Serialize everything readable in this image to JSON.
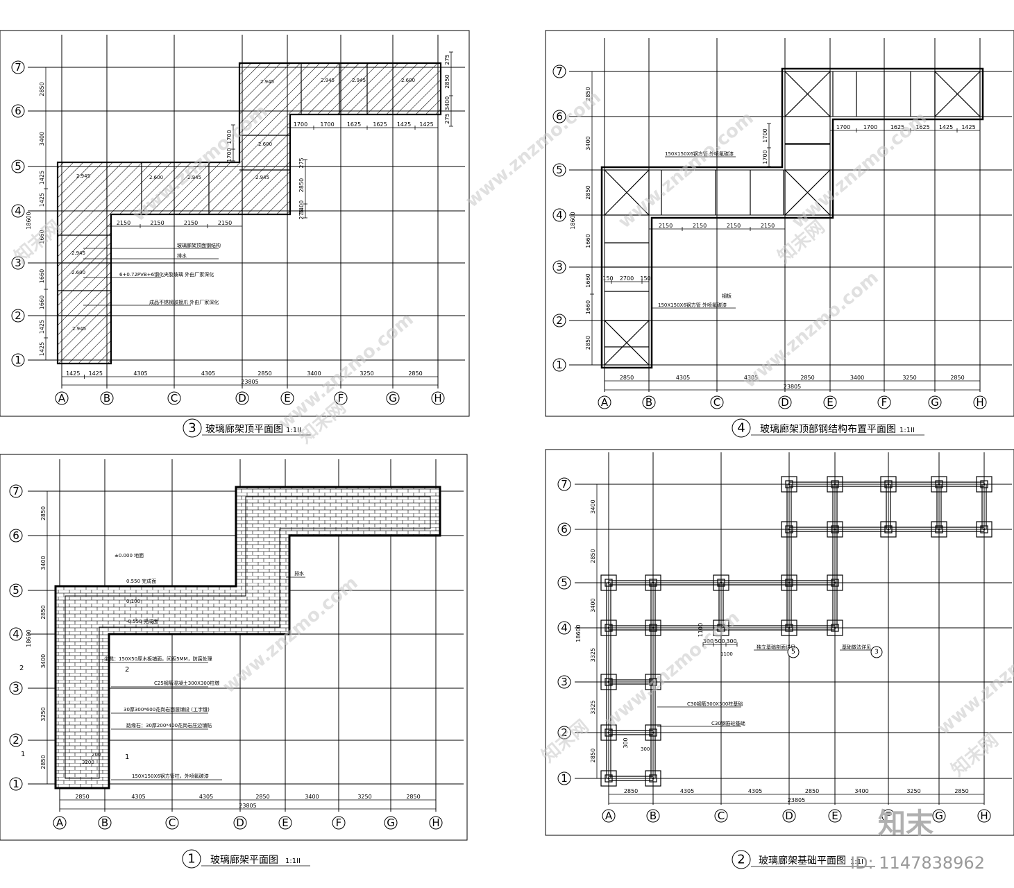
{
  "watermark": {
    "site": "www.znzmo.com",
    "brand": "知末网",
    "logo": "知末",
    "id_label": "ID: 1147838962"
  },
  "grid_letters": [
    "A",
    "B",
    "C",
    "D",
    "E",
    "F",
    "G",
    "H"
  ],
  "grid_numbers": [
    "1",
    "2",
    "3",
    "4",
    "5",
    "6",
    "7"
  ],
  "colors": {
    "line": "#000000",
    "watermark": "#c8c8c8",
    "id_text": "#9a9a9a"
  },
  "panels": {
    "p3": {
      "num": "3",
      "title": "玻璃廊架顶平面图",
      "scale": "1:1II",
      "bottom_dims": [
        "1425",
        "1425",
        "4305",
        "4305",
        "2850",
        "3400",
        "3250",
        "2850"
      ],
      "total": "23805",
      "left_dims": [
        "1425",
        "1425",
        "1660",
        "1660",
        "1660",
        "1425",
        "1425",
        "3400",
        "2850"
      ],
      "left_total": "18600",
      "top_row_dims": [
        "1700",
        "1700",
        "1625",
        "1625",
        "1425",
        "1425"
      ],
      "mid_row_dims": [
        "2150",
        "2150",
        "2150",
        "2150"
      ],
      "right_dims_top": [
        "275",
        "2850",
        "3400",
        "275"
      ],
      "right_dims_mid": [
        "275",
        "2850",
        "3400",
        "275"
      ],
      "v_dims": [
        "1700",
        "1700"
      ],
      "elev": [
        "2.945",
        "2.600",
        "2.945",
        "2.945",
        "2.600",
        "2.945",
        "2.945",
        "2.945",
        "2.600",
        "2.945"
      ],
      "notes": [
        "玻璃廊架顶面钢结构",
        "排水",
        "6+0.72PVB+6钢化夹胶玻璃  外由厂家深化",
        "成品不锈钢驳接爪  外由厂家深化"
      ]
    },
    "p4": {
      "num": "4",
      "title": "玻璃廊架顶部钢结构布置平面图",
      "scale": "1:1II",
      "bottom_dims": [
        "2850",
        "4305",
        "4305",
        "2850",
        "3400",
        "3250",
        "2850"
      ],
      "total": "23805",
      "left_dims": [
        "2850",
        "1660",
        "1660",
        "1660",
        "2850",
        "3400",
        "2850"
      ],
      "left_total": "18600",
      "top_row_dims": [
        "1700",
        "1700",
        "1625",
        "1625",
        "1425",
        "1425"
      ],
      "mid_row_dims": [
        "2150",
        "2150",
        "2150",
        "2150"
      ],
      "v_dims": [
        "1700",
        "1700"
      ],
      "small_dims": [
        "150",
        "2700",
        "150"
      ],
      "notes": [
        "150X150X6钢方管 外喷氟碳漆",
        "150X150X6钢方管  外喷氟碳漆",
        "钢板"
      ]
    },
    "p1": {
      "num": "1",
      "title": "玻璃廊架平面图",
      "scale": "1:1II",
      "bottom_dims": [
        "2850",
        "4305",
        "4305",
        "2850",
        "3400",
        "3250",
        "2850"
      ],
      "total": "23805",
      "left_dims": [
        "2850",
        "3250",
        "3400",
        "2850",
        "3400",
        "2850"
      ],
      "left_total": "18600",
      "section_marks": [
        "2",
        "2",
        "1",
        "1"
      ],
      "small_dims": [
        "3200",
        "200"
      ],
      "notes": [
        "±0.000  地面",
        "0.550 完成面",
        "0.100",
        "-0.550 完成面",
        "排水",
        "坐凳：150X50厚木板铺面，间距5MM，防腐处理",
        "C25钢筋混凝土300X300柱墩",
        "30厚300*600花岗岩面层铺设  (工字缝)",
        "路缘石：30厚200*400花岗岩压边铺贴",
        "150X150X6钢方管柱，外喷氟碳漆"
      ]
    },
    "p2": {
      "num": "2",
      "title": "玻璃廊架基础平面图",
      "scale": "1:1I",
      "bottom_dims": [
        "2850",
        "4305",
        "4305",
        "2850",
        "3400",
        "3250",
        "2850"
      ],
      "total": "23805",
      "left_dims": [
        "2850",
        "3325",
        "3325",
        "3400",
        "2850",
        "3400",
        "2850"
      ],
      "left_total": "18600",
      "detail_dims": [
        "300",
        "500",
        "300",
        "1100",
        "1100"
      ],
      "small_dims": [
        "300",
        "300"
      ],
      "detail_marks": [
        "5",
        "3"
      ],
      "notes": [
        "C30钢筋300X300柱基础",
        "C30钢筋砼基础",
        "独立基础剖面详见",
        "基础做法详见"
      ]
    }
  }
}
